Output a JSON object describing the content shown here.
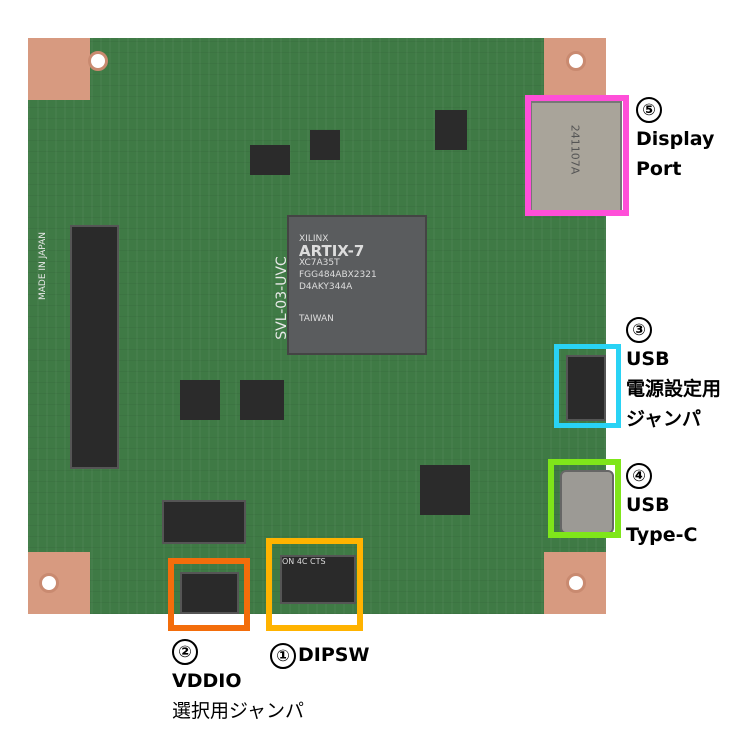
{
  "board": {
    "silk_made_in": "MADE IN JAPAN",
    "silk_model": "SVL-03-UVC",
    "fpga": {
      "brand": "XILINX",
      "family": "ARTIX-7",
      "part": "XC7A35T",
      "package": "FGG484ABX2321",
      "lot": "D4AKY344A",
      "origin": "TAIWAN"
    },
    "dp_marking": "241107A",
    "dipsw_marks": "ON 4C CTS"
  },
  "colors": {
    "displayport": "#ff4fd8",
    "usb_power": "#29d3f5",
    "usb_c": "#7fe61a",
    "vddio": "#f36d0b",
    "dipsw": "#ffb300"
  },
  "callouts": [
    {
      "num": "①",
      "lines": [
        "DIPSW"
      ]
    },
    {
      "num": "②",
      "lines": [
        "VDDIO",
        "選択用ジャンパ"
      ]
    },
    {
      "num": "③",
      "lines": [
        "USB",
        "電源設定用",
        "ジャンパ"
      ]
    },
    {
      "num": "④",
      "lines": [
        "USB",
        "Type-C"
      ]
    },
    {
      "num": "⑤",
      "lines": [
        "Display",
        "Port"
      ]
    }
  ]
}
